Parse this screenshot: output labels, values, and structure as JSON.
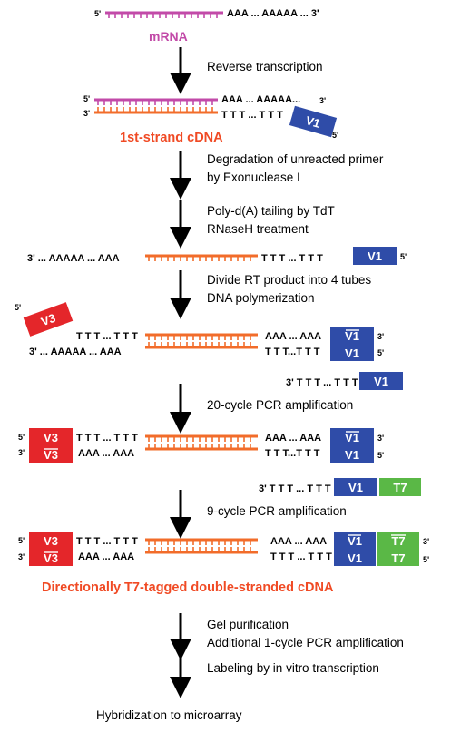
{
  "colors": {
    "mrna": "#c24aa8",
    "cdna": "#f26c2a",
    "v1": "#2f4ca8",
    "v3": "#e4262a",
    "t7": "#5ab846",
    "highlight": "#f04a24"
  },
  "labels": {
    "mrna": "mRNA",
    "first_strand": "1st-strand cDNA",
    "final": "Directionally T7-tagged double-stranded cDNA"
  },
  "steps": {
    "s1": "Reverse transcription",
    "s2a": "Degradation of unreacted primer",
    "s2b": "by Exonuclease I",
    "s3a": "Poly-d(A) tailing by TdT",
    "s3b": "RNaseH treatment",
    "s4a": "Divide RT product into 4 tubes",
    "s4b": "DNA polymerization",
    "s5": "20-cycle PCR amplification",
    "s6": "9-cycle PCR amplification",
    "s7a": "Gel purification",
    "s7b": "Additional 1-cycle PCR amplification",
    "s8": "Labeling by in vitro transcription",
    "s9": "Hybridization to microarray"
  },
  "seq": {
    "mrna_tail": "AAA ... AAAAA ... 3'",
    "polyA_short": "AAA ... AAAAA...",
    "tttt": "T T T ... T T T",
    "tttt_tight": "T T T...T T T",
    "aaa_aaa": "AAA ... AAA",
    "aaaaa_aaa_3": "3' ... AAAAA ... AAA",
    "ttt_primer": "3' T T T ... T T T",
    "ttt_primer_t7": "3' T T T ... T T T"
  },
  "ends": {
    "five": "5'",
    "three": "3'"
  },
  "boxes": {
    "v1": "V1",
    "v3": "V3",
    "t7": "T7"
  }
}
